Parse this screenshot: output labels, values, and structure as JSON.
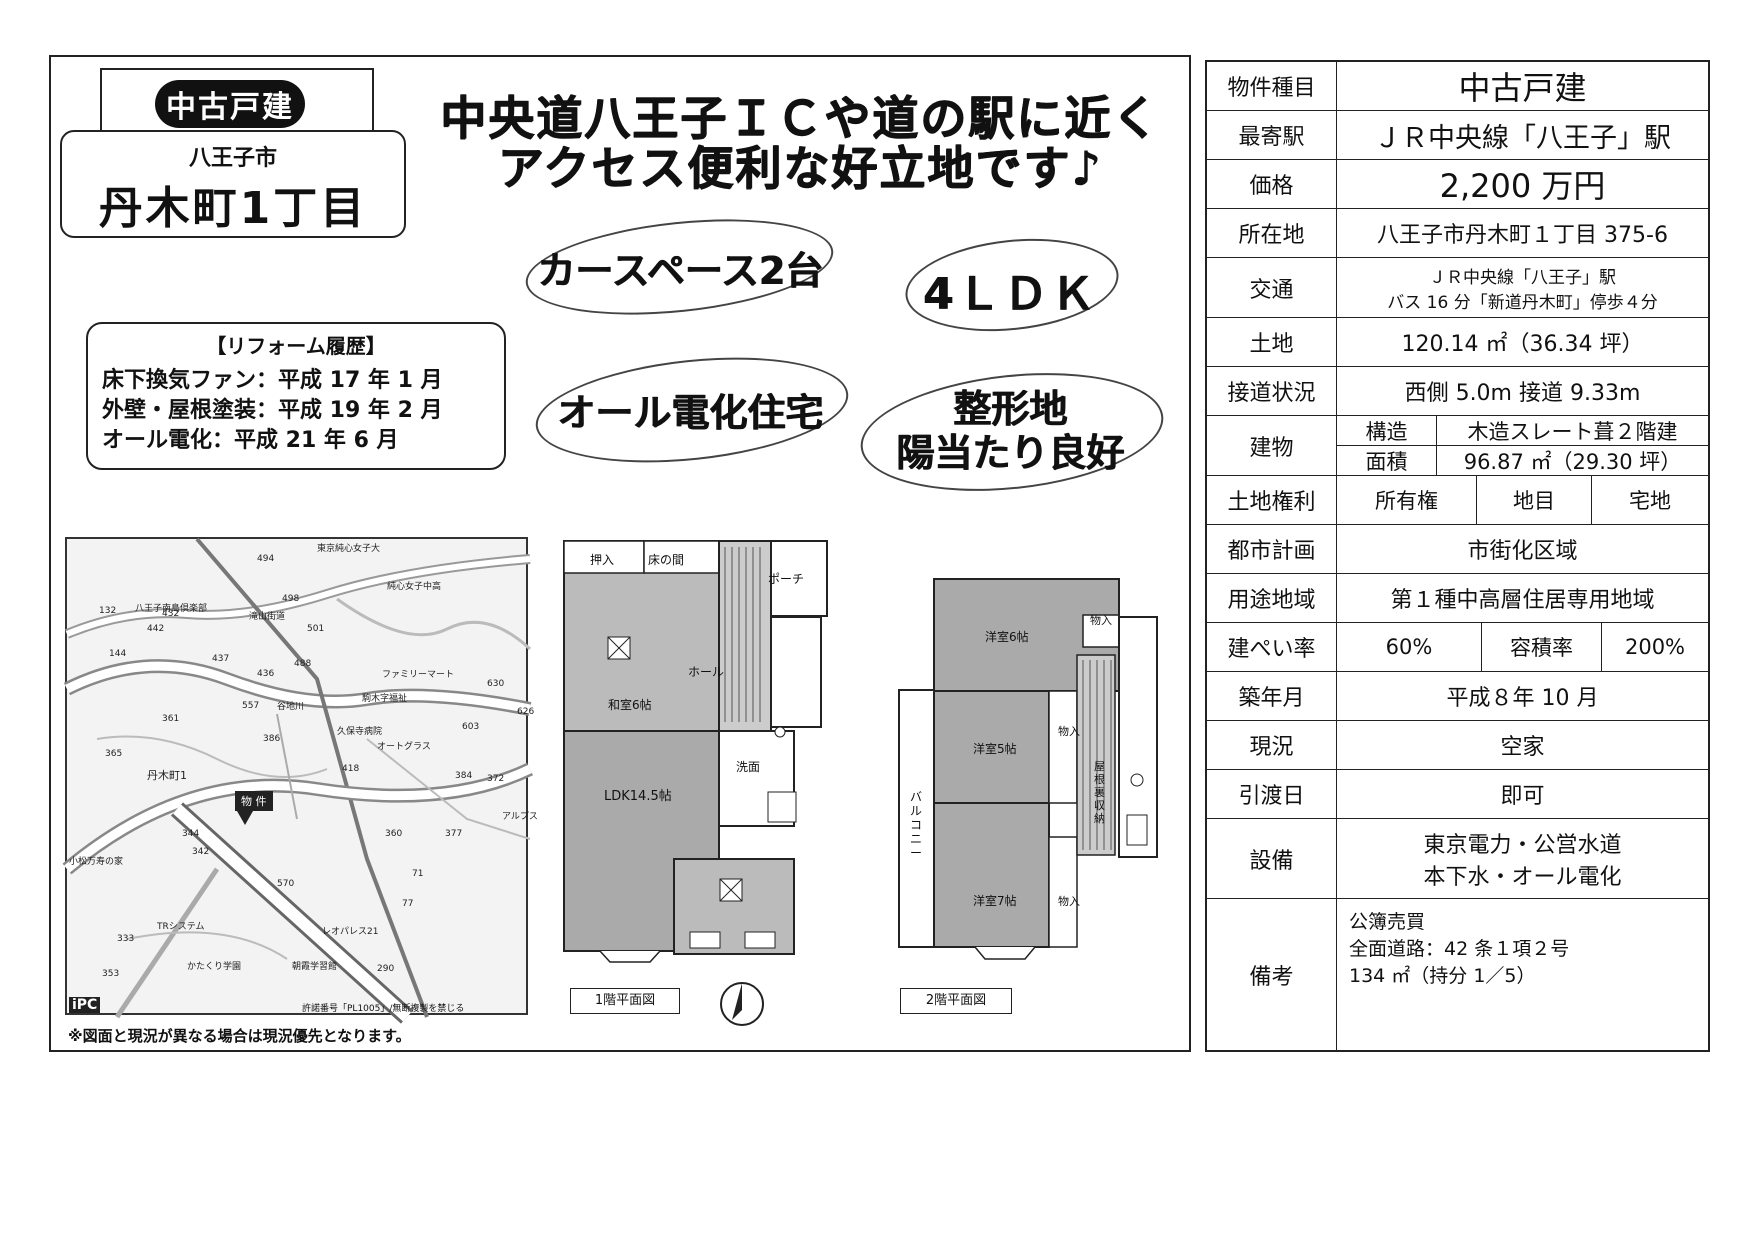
{
  "header": {
    "type_badge": "中古戸建",
    "city": "八王子市",
    "town": "丹木町1丁目",
    "headline_line1": "中央道八王子ＩＣや道の駅に近く",
    "headline_line2": "アクセス便利な好立地です♪"
  },
  "features": {
    "car_space": "カースペース2台",
    "layout": "4ＬＤＫ",
    "all_electric": "オール電化住宅",
    "lot_line1": "整形地",
    "lot_line2": "陽当たり良好"
  },
  "reform": {
    "title": "【リフォーム履歴】",
    "items": [
      "床下換気ファン：平成 17 年 1 月",
      "外壁・屋根塗装：平成 19 年 2 月",
      "オール電化：平成 21 年 6 月"
    ]
  },
  "map": {
    "labels": [
      "東京純心女子大",
      "純心女子中高",
      "八王子南島倶楽部",
      "滝山街道",
      "ファミリーマート",
      "駒木字福祉",
      "久保寺病院",
      "オートグラス",
      "谷地川",
      "丹木町1",
      "物件",
      "TRシステム",
      "レオパレス21",
      "アルプス",
      "かたくり学園",
      "朝霞学習館",
      "小松万寿の家",
      "432",
      "442",
      "144",
      "437",
      "436",
      "488",
      "498",
      "501",
      "494",
      "132",
      "557",
      "361",
      "365",
      "386",
      "418",
      "384",
      "372",
      "603",
      "630",
      "626",
      "342",
      "344",
      "570",
      "360",
      "377",
      "71",
      "77",
      "290",
      "333",
      "353"
    ],
    "property_marker": "物 件",
    "logo": "iPC",
    "copyright": "許諾番号「PL1005」/無断複製を禁じる"
  },
  "floorplan": {
    "floor1_label": "1階平面図",
    "floor2_label": "2階平面図",
    "rooms1": {
      "oshiire": "押入",
      "tokonoma": "床の間",
      "porch": "ポーチ",
      "hall": "ホール",
      "washitsu": "和室6帖",
      "senmen": "洗面",
      "ldk": "LDK14.5帖"
    },
    "rooms2": {
      "yoshitsu1": "洋室6帖",
      "yoshitsu2": "洋室5帖",
      "yoshitsu3": "洋室7帖",
      "closet": "物入",
      "balcony": "バルコニー",
      "attic": "屋根裏収納"
    }
  },
  "notice": "※図面と現況が異なる場合は現況優先となります。",
  "spec": {
    "rows": [
      {
        "label": "物件種目",
        "value": "中古戸建"
      },
      {
        "label": "最寄駅",
        "value": "ＪＲ中央線「八王子」駅"
      },
      {
        "label": "価格",
        "value": "2,200 万円"
      },
      {
        "label": "所在地",
        "value": "八王子市丹木町１丁目 375-6"
      },
      {
        "label": "交通",
        "value": "ＪＲ中央線「八王子」駅",
        "value2": "バス 16 分「新道丹木町」停歩４分"
      },
      {
        "label": "土地",
        "value": "120.14 ㎡（36.34 坪）"
      },
      {
        "label": "接道状況",
        "value": "西側 5.0m 接道 9.33m"
      },
      {
        "label": "建物",
        "sub1_label": "構造",
        "sub1_value": "木造スレート葺２階建",
        "sub2_label": "面積",
        "sub2_value": "96.87 ㎡（29.30 坪）"
      },
      {
        "label": "土地権利",
        "value": "所有権",
        "sub_label": "地目",
        "sub_value": "宅地"
      },
      {
        "label": "都市計画",
        "value": "市街化区域"
      },
      {
        "label": "用途地域",
        "value": "第１種中高層住居専用地域"
      },
      {
        "label": "建ぺい率",
        "value": "60%",
        "sub_label": "容積率",
        "sub_value": "200%"
      },
      {
        "label": "築年月",
        "value": "平成８年 10 月"
      },
      {
        "label": "現況",
        "value": "空家"
      },
      {
        "label": "引渡日",
        "value": "即可"
      },
      {
        "label": "設備",
        "value": "東京電力・公営水道",
        "value2": "本下水・オール電化"
      },
      {
        "label": "備考",
        "value": "公簿売買",
        "value2": "全面道路：42 条１項２号",
        "value3": "134 ㎡（持分 1／5）"
      }
    ]
  }
}
